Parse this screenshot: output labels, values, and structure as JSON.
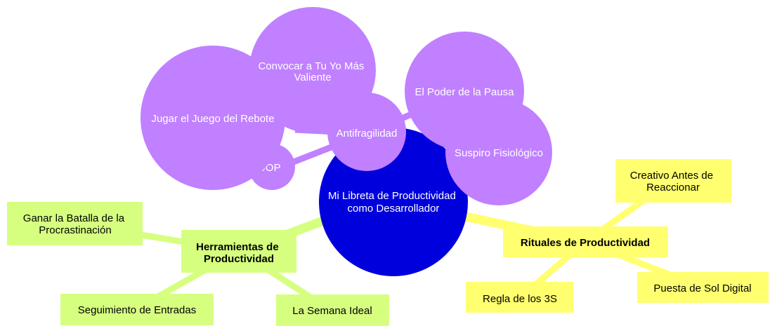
{
  "colors": {
    "root": "#0000dd",
    "purple": "#c080ff",
    "green": "#d6ff80",
    "yellow": "#ffff70",
    "text_light": "#ffffff",
    "text_dark": "#000000"
  },
  "root": {
    "lines": [
      "Mi Libreta de Productividad",
      "como Desarrollador"
    ]
  },
  "branches": {
    "antifragility": {
      "label": [
        "Antifragilidad"
      ],
      "children": {
        "brave": [
          "Convocar a Tu Yo Más",
          "Valiente"
        ],
        "rebound": [
          "Jugar el Juego del Rebote"
        ],
        "ooda": [
          "OODA LOOP"
        ],
        "pause": [
          "El Poder de la Pausa"
        ],
        "sigh": [
          "Suspiro Fisiológico"
        ]
      }
    },
    "tools": {
      "label": [
        "Herramientas de",
        "Productividad"
      ],
      "children": {
        "procrastination": [
          "Ganar la Batalla de la",
          "Procrastinación"
        ],
        "tracking": [
          "Seguimiento de Entradas"
        ],
        "ideal_week": [
          "La Semana Ideal"
        ]
      }
    },
    "rituals": {
      "label": [
        "Rituales de Productividad"
      ],
      "children": {
        "creative": [
          "Creativo Antes de",
          "Reaccionar"
        ],
        "three_s": [
          "Regla de los 3S"
        ],
        "sunset": [
          "Puesta de Sol Digital"
        ]
      }
    }
  }
}
